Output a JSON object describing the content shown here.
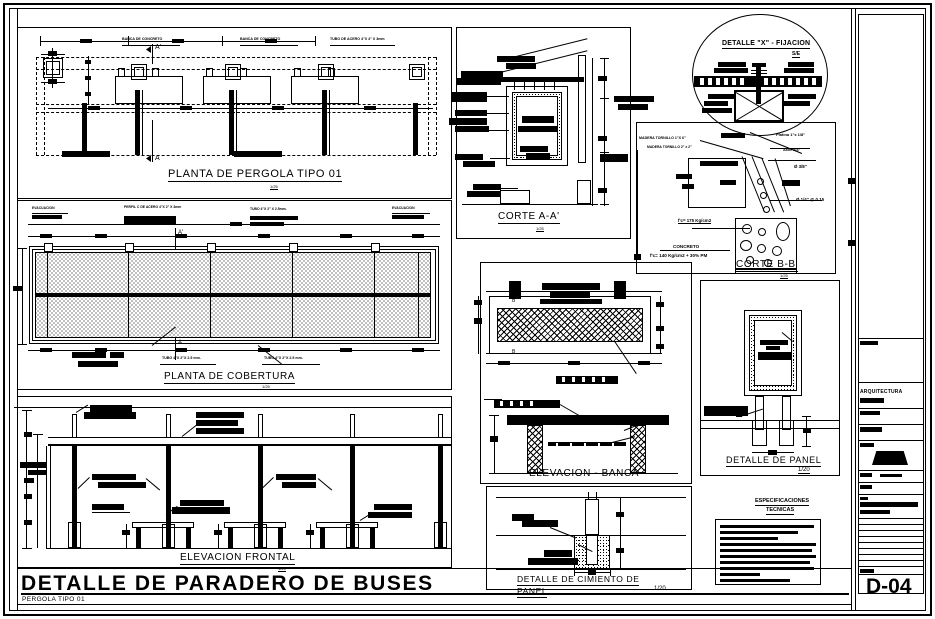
{
  "sheet": {
    "main_title": "DETALLE DE PARADERO DE BUSES",
    "subtitle": "PERGOLA TIPO 01",
    "sheet_number": "D-04",
    "discipline": "ARQUITECTURA"
  },
  "views": [
    {
      "id": "planta-pergola",
      "title": "PLANTA DE PERGOLA TIPO 01",
      "scale": "1/25",
      "labels": [
        "BANCA DE CONCRETO",
        "BANCA DE CONCRETO",
        "TUBO DE ACERO  4\"X 4\" X 3mm"
      ],
      "section_marks": [
        "A'",
        "A"
      ]
    },
    {
      "id": "planta-cobertura",
      "title": "PLANTA DE COBERTURA",
      "scale": "1/25",
      "labels": [
        "EVACUACION",
        "PERFIL C DE ACERO 4\"X 2\" X 3mm",
        "TUBO 4\"X 2\" X 2.5mm.",
        "EVACUACION",
        "TUBO  4\"X 2\"X 2.5 mm.",
        "TUBO  4\"X 2\"X 2.5 mm."
      ],
      "section_marks": [
        "A'",
        "A"
      ]
    },
    {
      "id": "elevacion-frontal",
      "title": "ELEVACION FRONTAL",
      "scale": "1/25",
      "labels": []
    },
    {
      "id": "corte-aa",
      "title": "CORTE A-A'",
      "scale": "1/25",
      "labels": []
    },
    {
      "id": "detalle-x",
      "title": "DETALLE \"X\" - FIJACION",
      "scale": "S/E",
      "labels": []
    },
    {
      "id": "corte-bb",
      "title": "CORTE B-B'",
      "scale": "1/25",
      "labels": [
        "MADERA TORNILLO 1\"X 6\"",
        "MADERA TORNILLO 2\" x 2\"",
        "Platina 1\"x 1/8\"",
        "ANG 3/4\"",
        "Ø 3/8\"",
        "Ø 1/4\" @ 0.15",
        "f'c= 175 Kg/cm2",
        "CONCRETO",
        "f'c= 140 Kg/cm2 + 30% PM"
      ]
    },
    {
      "id": "elevacion-banca",
      "title": "ELEVACION - BANCA",
      "scale": ""
    },
    {
      "id": "detalle-panel",
      "title": "DETALLE DE PANEL",
      "scale": "1/20"
    },
    {
      "id": "detalle-cimiento-panel",
      "title": "DETALLE DE CIMIENTO DE",
      "title2": "PANEL",
      "scale": "1/20"
    },
    {
      "id": "especificaciones",
      "title": "ESPECIFICACIONES",
      "title2": "TECNICAS"
    }
  ]
}
